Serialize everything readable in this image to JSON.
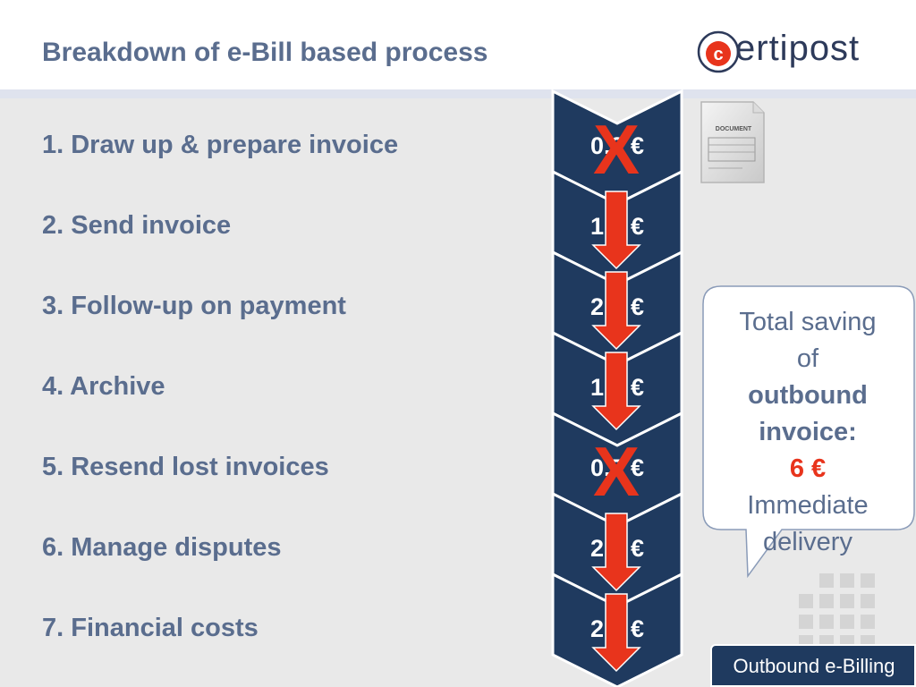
{
  "header": {
    "title": "Breakdown of e-Bill based process",
    "logo": {
      "letter": "c",
      "rest": "ertipost",
      "brand_color": "#e8341c",
      "text_color": "#2d3a5a"
    }
  },
  "steps": [
    {
      "label": "1. Draw up & prepare invoice",
      "cost": "0,3 €",
      "marker": "x"
    },
    {
      "label": "2. Send invoice",
      "cost": "1,0 €",
      "marker": "arrow"
    },
    {
      "label": "3. Follow-up on payment",
      "cost": "2,0 €",
      "marker": "arrow"
    },
    {
      "label": "4. Archive",
      "cost": "1,0 €",
      "marker": "arrow"
    },
    {
      "label": "5. Resend lost invoices",
      "cost": "0,7 €",
      "marker": "x"
    },
    {
      "label": "6. Manage disputes",
      "cost": "2,5 €",
      "marker": "arrow"
    },
    {
      "label": "7. Financial costs",
      "cost": "2,0 €",
      "marker": "arrow"
    }
  ],
  "document_icon": {
    "label": "DOCUMENT"
  },
  "callout": {
    "line1": "Total saving",
    "line2": "of",
    "line3": "outbound",
    "line4": "invoice:",
    "amount": "6 €",
    "line5": "Immediate",
    "line6": "delivery"
  },
  "footer": {
    "label": "Outbound e-Billing"
  },
  "colors": {
    "title": "#5a6d8e",
    "chevron": "#1f3a5f",
    "marker": "#e8341c",
    "background": "#e9e9e9"
  }
}
